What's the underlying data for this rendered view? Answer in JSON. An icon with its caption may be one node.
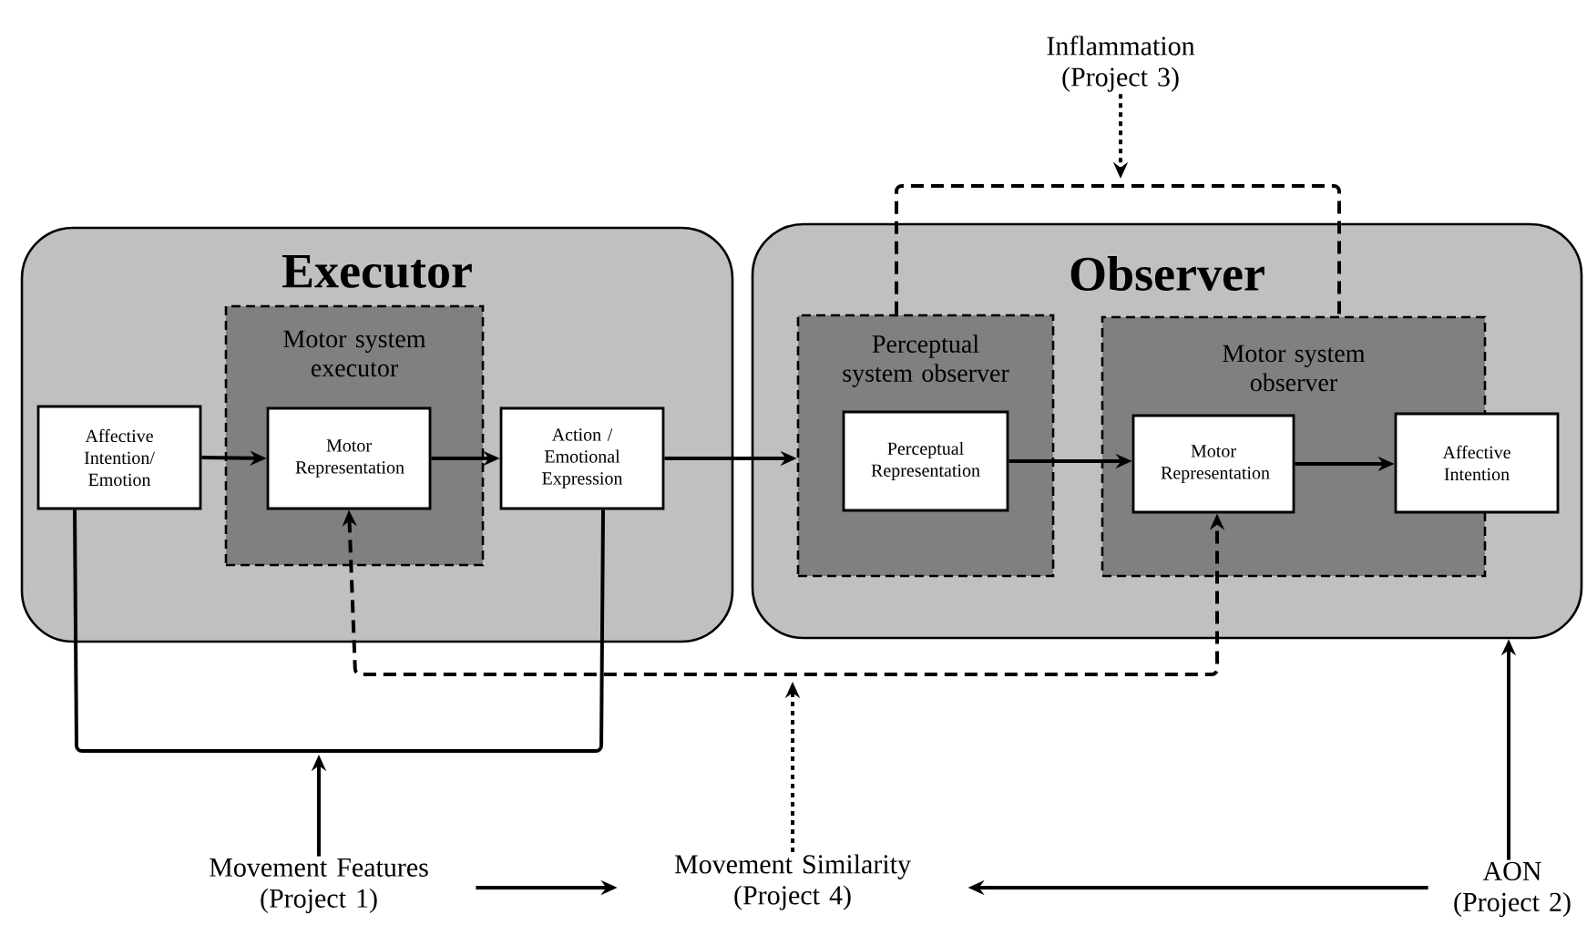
{
  "diagram": {
    "nodes": [
      {
        "text": [
          "Executor"
        ]
      },
      {
        "text": [
          "Motor system executor"
        ],
        "in": 0
      },
      {
        "text": [
          "Affective Intention/ Emotion"
        ],
        "in": 0
      },
      {
        "text": [
          "Motor Representation"
        ],
        "in": 1
      },
      {
        "text": [
          "Action / Emotional Expression"
        ],
        "in": 0
      },
      {
        "text": [
          "Observer"
        ]
      },
      {
        "text": [
          "Perceptual system observer"
        ],
        "in": 5
      },
      {
        "text": [
          "Perceptual Representation"
        ],
        "in": 6
      },
      {
        "text": [
          "Motor system observer"
        ],
        "in": 5
      },
      {
        "text": [
          "Motor Representation"
        ],
        "in": 8
      },
      {
        "text": [
          "Affective Intention"
        ],
        "in": 5
      },
      {
        "text": [
          "Inflammation (Project 3)"
        ]
      },
      {
        "text": [
          "Movement Features (Project 1)"
        ]
      },
      {
        "text": [
          "Movement Similarity (Project 4)"
        ]
      },
      {
        "text": [
          "AON (Project 2)"
        ]
      }
    ],
    "edges": [
      {
        "from": 2,
        "to": 3,
        "arrow": "to"
      },
      {
        "from": 3,
        "to": 4,
        "arrow": "to"
      },
      {
        "from": 4,
        "to": 6,
        "arrow": "to"
      },
      {
        "from": 7,
        "to": 9,
        "arrow": "to"
      },
      {
        "from": 9,
        "to": 10,
        "arrow": "to"
      },
      {
        "from": 2,
        "to": 4,
        "arrow": "none"
      },
      {
        "from": 12,
        "to": null,
        "arrow": "to"
      },
      {
        "from": 3,
        "to": 9,
        "arrow": "both",
        "style": "dashed"
      },
      {
        "from": 13,
        "to": null,
        "arrow": "to",
        "style": "dashed"
      },
      {
        "from": 6,
        "to": 8,
        "arrow": "none",
        "style": "dashed"
      },
      {
        "from": 11,
        "to": null,
        "arrow": "to",
        "style": "dashed"
      },
      {
        "from": 14,
        "to": 5,
        "arrow": "to"
      },
      {
        "from": 14,
        "to": 13,
        "arrow": "to"
      },
      {
        "from": 12,
        "to": 13,
        "arrow": "to"
      }
    ]
  }
}
